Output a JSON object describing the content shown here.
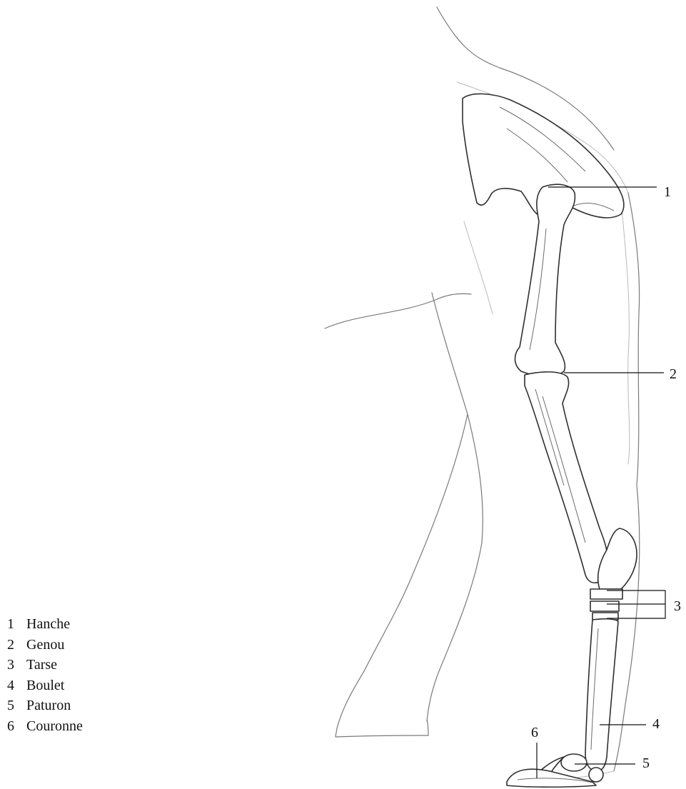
{
  "callouts": [
    {
      "id": "1",
      "label": "1"
    },
    {
      "id": "2",
      "label": "2"
    },
    {
      "id": "3",
      "label": "3"
    },
    {
      "id": "4",
      "label": "4"
    },
    {
      "id": "5",
      "label": "5"
    },
    {
      "id": "6",
      "label": "6"
    }
  ],
  "legend": [
    {
      "num": "1",
      "name": "Hanche"
    },
    {
      "num": "2",
      "name": "Genou"
    },
    {
      "num": "3",
      "name": "Tarse"
    },
    {
      "num": "4",
      "name": "Boulet"
    },
    {
      "num": "5",
      "name": "Paturon"
    },
    {
      "num": "6",
      "name": "Couronne"
    }
  ]
}
